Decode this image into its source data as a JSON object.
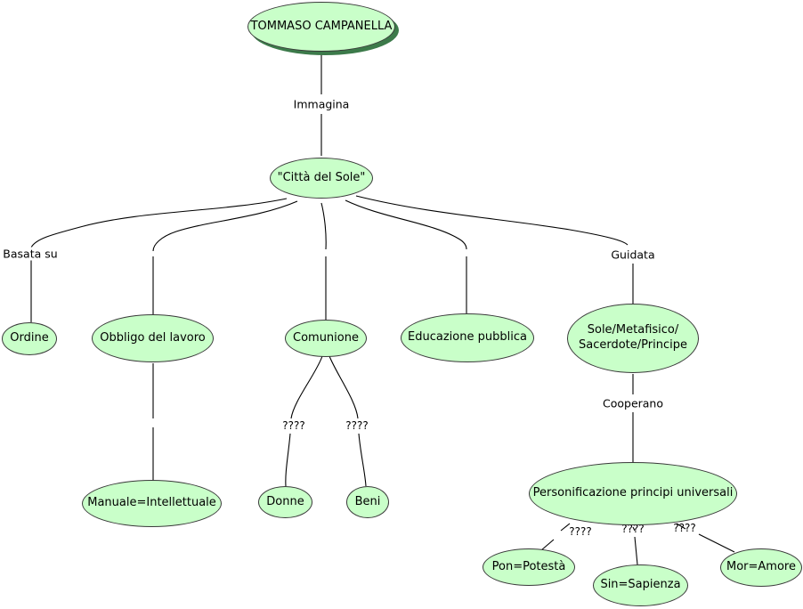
{
  "nodes": {
    "root": "TOMMASO CAMPANELLA",
    "citta": "\"Città del Sole\"",
    "ordine": "Ordine",
    "obbligo": "Obbligo del lavoro",
    "comunione": "Comunione",
    "educazione": "Educazione pubblica",
    "sole_line1": "Sole/Metafisico/",
    "sole_line2": "Sacerdote/Principe",
    "manuale": "Manuale=Intellettuale",
    "donne": "Donne",
    "beni": "Beni",
    "personificazione": "Personificazione principi universali",
    "pon": "Pon=Potestà",
    "sin": "Sin=Sapienza",
    "mor": "Mor=Amore"
  },
  "link_labels": {
    "immagina": "Immagina",
    "basata_su": "Basata su",
    "guidata": "Guidata",
    "cooperano": "Cooperano",
    "donne_q": "????",
    "beni_q": "????",
    "pon_q": "????",
    "sin_q": "????",
    "mor_q": "????"
  }
}
